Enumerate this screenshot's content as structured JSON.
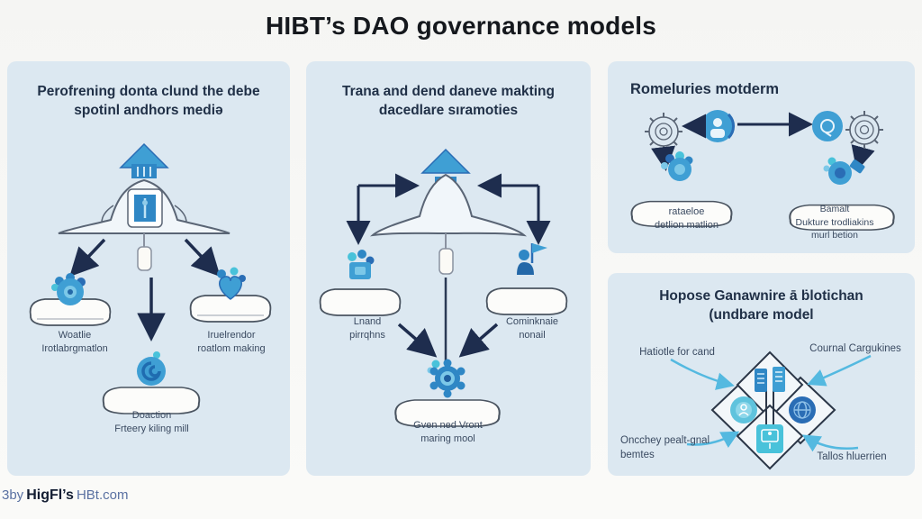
{
  "page": {
    "title": "HIBT’s DAO governance models",
    "footer": {
      "prefix": "3by",
      "brand": "HigFl’s",
      "suffix": "HBt.com"
    }
  },
  "colors": {
    "panel_bg": "#dce8f1",
    "title_text": "#15181d",
    "heading_text": "#203047",
    "label_text": "#3a4a61",
    "arrow_dark": "#1e2d4e",
    "arrow_cyan": "#54b9e0",
    "icon_blue": "#3f9fd4",
    "icon_mid_blue": "#2f87c5",
    "icon_dark_blue": "#2a6db5",
    "icon_teal": "#49c2da",
    "sketch_outline": "#5a6575",
    "footer_text": "#5a71a2",
    "footer_brand": "#131d32"
  },
  "panels": {
    "delegated_voting": {
      "heading": "Perofrening donta clund the debe\nspotinl andhors mediə",
      "labels": {
        "left": "Woatlie\nIrotlabrgmatlon",
        "right": "Iruelrendor\nroatlom making",
        "bottom": "Doaction\nFrteery kiling mill"
      }
    },
    "decision_making": {
      "heading": "Trana and dend daneve makting\ndacedlare sıramoties",
      "labels": {
        "left": "Lnand\npirrqhns",
        "right": "Cominknaie\nnonail",
        "bottom": "Gven ned Vront\nmaring mool"
      }
    },
    "modular": {
      "heading": "Romeluries motderm",
      "labels": {
        "left": "rataeloe\ndetlion matlion",
        "right": "Bamalt\nDukture trodliakins\nmurl betion"
      }
    },
    "blockchain_model": {
      "heading": "Hopose Ganawnire ā ḃlotichan\n(undbare model",
      "labels": {
        "top_left": "Hatiotle for cand",
        "top_right": "Cournal Cargukines",
        "bottom_left": "Oncchey pealt-gnal\nbemtes",
        "bottom_right": "Tallos hluerrien"
      }
    }
  }
}
